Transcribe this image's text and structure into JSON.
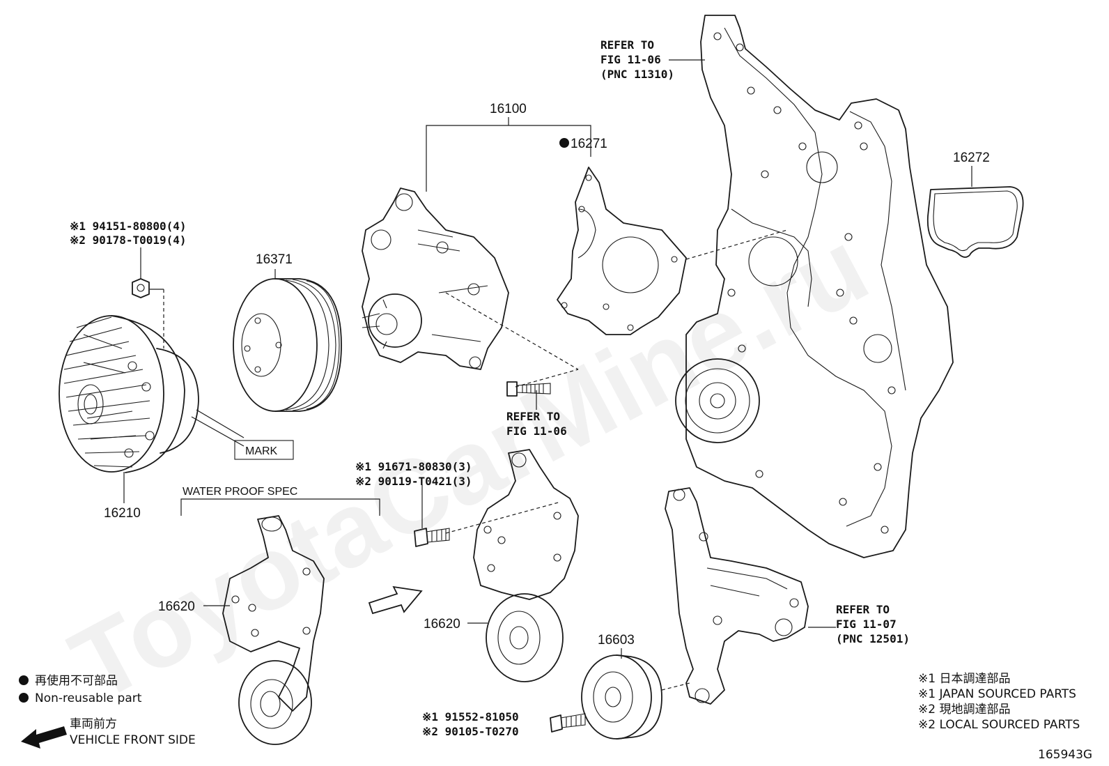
{
  "diagram_code": "165943G",
  "watermark": "ToyotaCarMine.ru",
  "parts": {
    "p16100": "16100",
    "p16271": "16271",
    "p16272": "16272",
    "p16371": "16371",
    "p16210": "16210",
    "p16620_a": "16620",
    "p16620_b": "16620",
    "p16603": "16603"
  },
  "fasteners": {
    "fan_nut_1": "※1 94151-80800(4)",
    "fan_nut_2": "※2 90178-T0019(4)",
    "tensioner_bolt_1": "※1 91671-80830(3)",
    "tensioner_bolt_2": "※2 90119-T0421(3)",
    "idler_bolt_1": "※1 91552-81050",
    "idler_bolt_2": "※2 90105-T0270"
  },
  "references": {
    "top_line1": "REFER TO",
    "top_line2": "FIG 11-06",
    "top_line3": "(PNC 11310)",
    "mid_line1": "REFER TO",
    "mid_line2": "FIG 11-06",
    "right_line1": "REFER TO",
    "right_line2": "FIG 11-07",
    "right_line3": "(PNC 12501)"
  },
  "notes": {
    "mark": "MARK",
    "water_proof": "WATER PROOF SPEC"
  },
  "legend": {
    "non_reuse_jp": "再使用不可部品",
    "non_reuse_en": "Non-reusable part",
    "front_jp": "車両前方",
    "front_en": "VEHICLE FRONT SIDE",
    "src1_jp": "※1 日本調達部品",
    "src1_en": "※1 JAPAN SOURCED PARTS",
    "src2_jp": "※2 現地調達部品",
    "src2_en": "※2 LOCAL SOURCED PARTS"
  }
}
